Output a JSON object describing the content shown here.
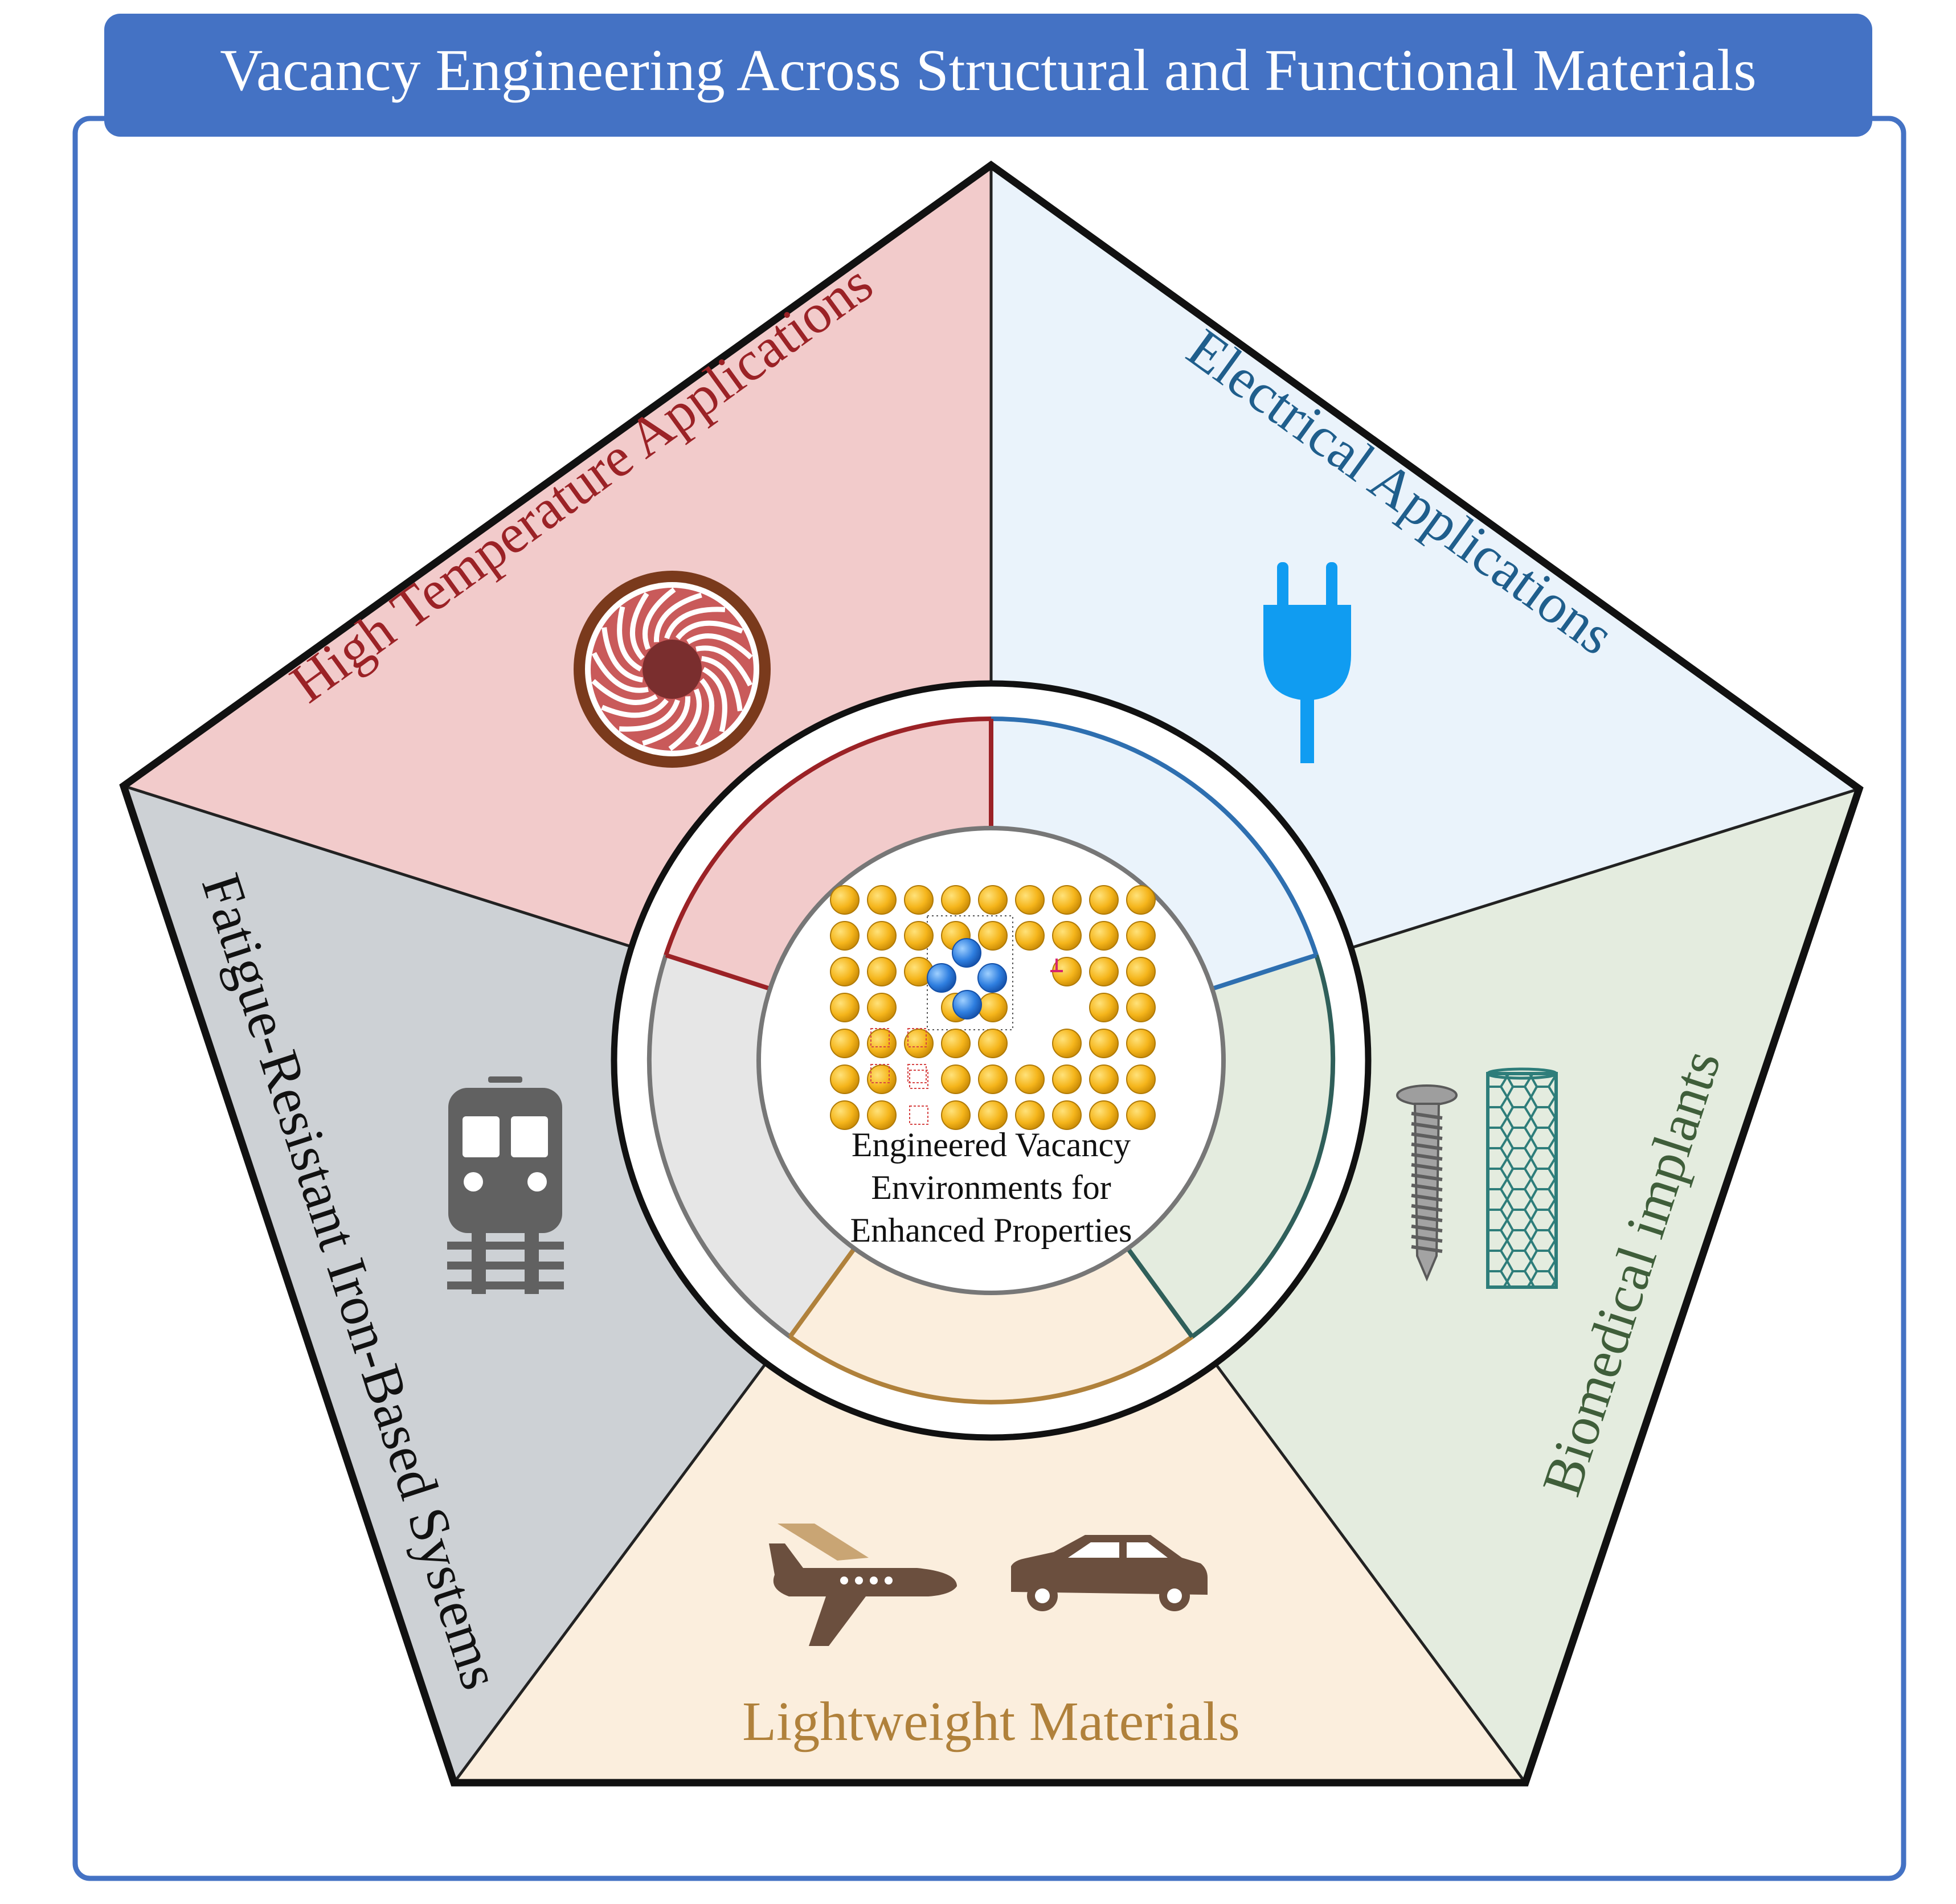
{
  "title": "Vacancy Engineering Across Structural and Functional Materials",
  "center_label": {
    "line1": "Engineered Vacancy",
    "line2": "Environments for",
    "line3": "Enhanced Properties"
  },
  "sections": {
    "high_temperature": {
      "label": "High Temperature Applications",
      "color": "#9B2226",
      "fill": "#F2CBCB",
      "icon": "turbine-icon"
    },
    "electrical": {
      "label": "Electrical Applications",
      "color": "#1F5E8C",
      "fill": "#EAF3FB",
      "icon": "power-plug-icon"
    },
    "biomedical": {
      "label": "Biomedical implants",
      "color": "#3F5E3A",
      "fill": "#E4ECDF",
      "icon": "bone-screw-icon"
    },
    "lightweight": {
      "label": "Lightweight Materials",
      "color": "#B0813B",
      "fill": "#FBEEDD",
      "icon": "airplane-icon"
    },
    "fatigue": {
      "label": "Fatigue-Resistant Iron-Based Systems",
      "color": "#111111",
      "fill": "#CDD1D5",
      "icon": "train-icon"
    }
  },
  "colors": {
    "banner": "#4472C4",
    "frame": "#4472C4",
    "atom": "#F5B51B",
    "solute": "#2F7FE0",
    "dislocation": "#D6246E"
  }
}
